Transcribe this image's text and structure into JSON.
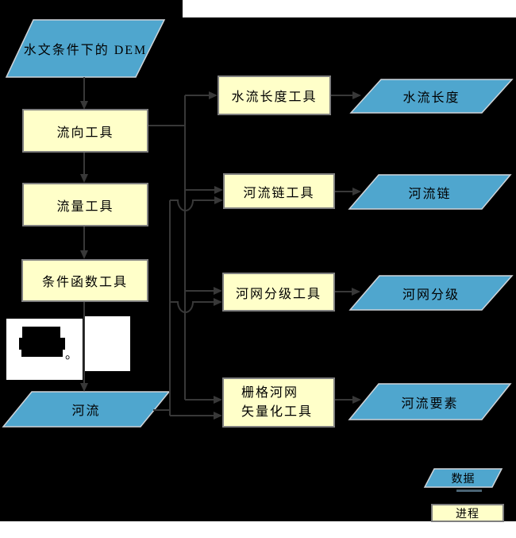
{
  "colors": {
    "page-bg": "#ffffff",
    "canvas-bg": "#000000",
    "data-fill": "#4fa6ce",
    "data-stroke": "#cfd4d9",
    "process-fill": "#ffffc9",
    "process-stroke": "#7f7f7f",
    "connector": "#383838",
    "note-bg": "#ffffff",
    "text": "#000000"
  },
  "nodes": {
    "dem": "水文条件下的 DEM",
    "flow_direction_tool": "流向工具",
    "flow_accumulation_tool": "流量工具",
    "con_tool": "条件函数工具",
    "streams": "河流",
    "flow_length_tool": "水流长度工具",
    "flow_length_output": "水流长度",
    "stream_link_tool": "河流链工具",
    "stream_link_output": "河流链",
    "stream_order_tool": "河网分级工具",
    "stream_order_output": "河网分级",
    "stream_to_feature_tool_line1": "栅格河网",
    "stream_to_feature_tool_line2": "矢量化工具",
    "stream_feature_output": "河流要素"
  },
  "note": {
    "visible_text": "。"
  },
  "legend": {
    "data": "数据",
    "process": "进程"
  }
}
